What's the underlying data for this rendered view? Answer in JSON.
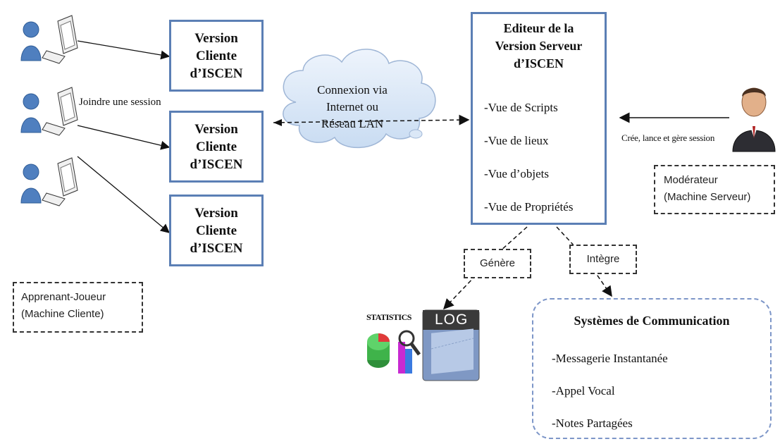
{
  "clients": [
    {
      "line1": "Version",
      "line2": "Cliente",
      "line3": "d’ISCEN"
    },
    {
      "line1": "Version",
      "line2": "Cliente",
      "line3": "d’ISCEN"
    },
    {
      "line1": "Version",
      "line2": "Cliente",
      "line3": "d’ISCEN"
    }
  ],
  "join_label": "Joindre une session",
  "learner_label": {
    "line1": "Apprenant-Joueur",
    "line2": "(Machine Cliente)"
  },
  "cloud": {
    "line1": "Connexion via",
    "line2": "Internet ou",
    "line3": "Réseau LAN"
  },
  "server": {
    "title1": "Editeur de la",
    "title2": "Version Serveur",
    "title3": "d’ISCEN",
    "items": [
      "-Vue de Scripts",
      "-Vue de lieux",
      "-Vue d’objets",
      "-Vue de Propriétés"
    ]
  },
  "moderator_action": "Crée, lance et gère session",
  "moderator_label": {
    "line1": "Modérateur",
    "line2": "(Machine Serveur)"
  },
  "generates_label": "Génère",
  "integrates_label": "Intègre",
  "statistics_text": "STATISTICS",
  "log_text": "LOG",
  "communication": {
    "title": "Systèmes de Communication",
    "items": [
      "-Messagerie Instantanée",
      "-Appel Vocal",
      "-Notes Partagées"
    ]
  },
  "colors": {
    "box_border": "#5b7fb5",
    "user_blue": "#4f7fbf",
    "cloud_fill": "#dbe8f7"
  }
}
